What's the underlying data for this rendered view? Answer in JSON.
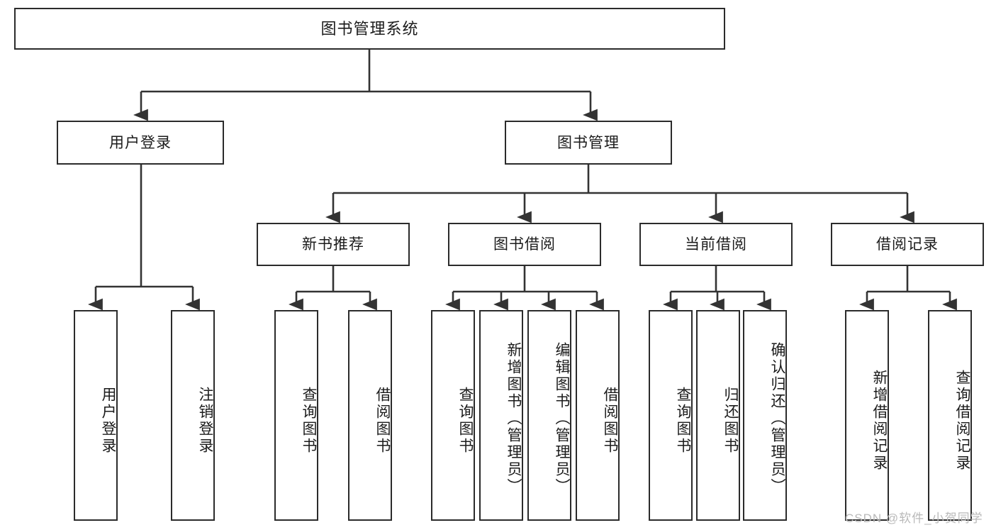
{
  "diagram": {
    "title": "图书管理系统",
    "type": "tree-structure-chart",
    "root": {
      "label": "图书管理系统"
    },
    "level2": [
      {
        "label": "用户登录"
      },
      {
        "label": "图书管理"
      }
    ],
    "level3": [
      {
        "label": "新书推荐"
      },
      {
        "label": "图书借阅"
      },
      {
        "label": "当前借阅"
      },
      {
        "label": "借阅记录"
      }
    ],
    "leaves": {
      "user_login": [
        {
          "label": "用户登录"
        },
        {
          "label": "注销登录"
        }
      ],
      "new_book_recommend": [
        {
          "label": "查询图书"
        },
        {
          "label": "借阅图书"
        }
      ],
      "book_borrow": [
        {
          "label": "查询图书"
        },
        {
          "label": "新增图书（管理员）"
        },
        {
          "label": "编辑图书（管理员）"
        },
        {
          "label": "借阅图书"
        }
      ],
      "current_borrow": [
        {
          "label": "查询图书"
        },
        {
          "label": "归还图书"
        },
        {
          "label": "确认归还（管理员）"
        }
      ],
      "borrow_records": [
        {
          "label": "新增借阅记录"
        },
        {
          "label": "查询借阅记录"
        }
      ]
    }
  },
  "watermark": {
    "text": "CSDN @软件_小贺同学"
  },
  "colors": {
    "box_border": "#2b2b2b",
    "box_fill": "#ffffff",
    "text": "#1b1b1b",
    "connector": "#333333",
    "watermark": "#b9b9b9",
    "background": "#ffffff"
  }
}
